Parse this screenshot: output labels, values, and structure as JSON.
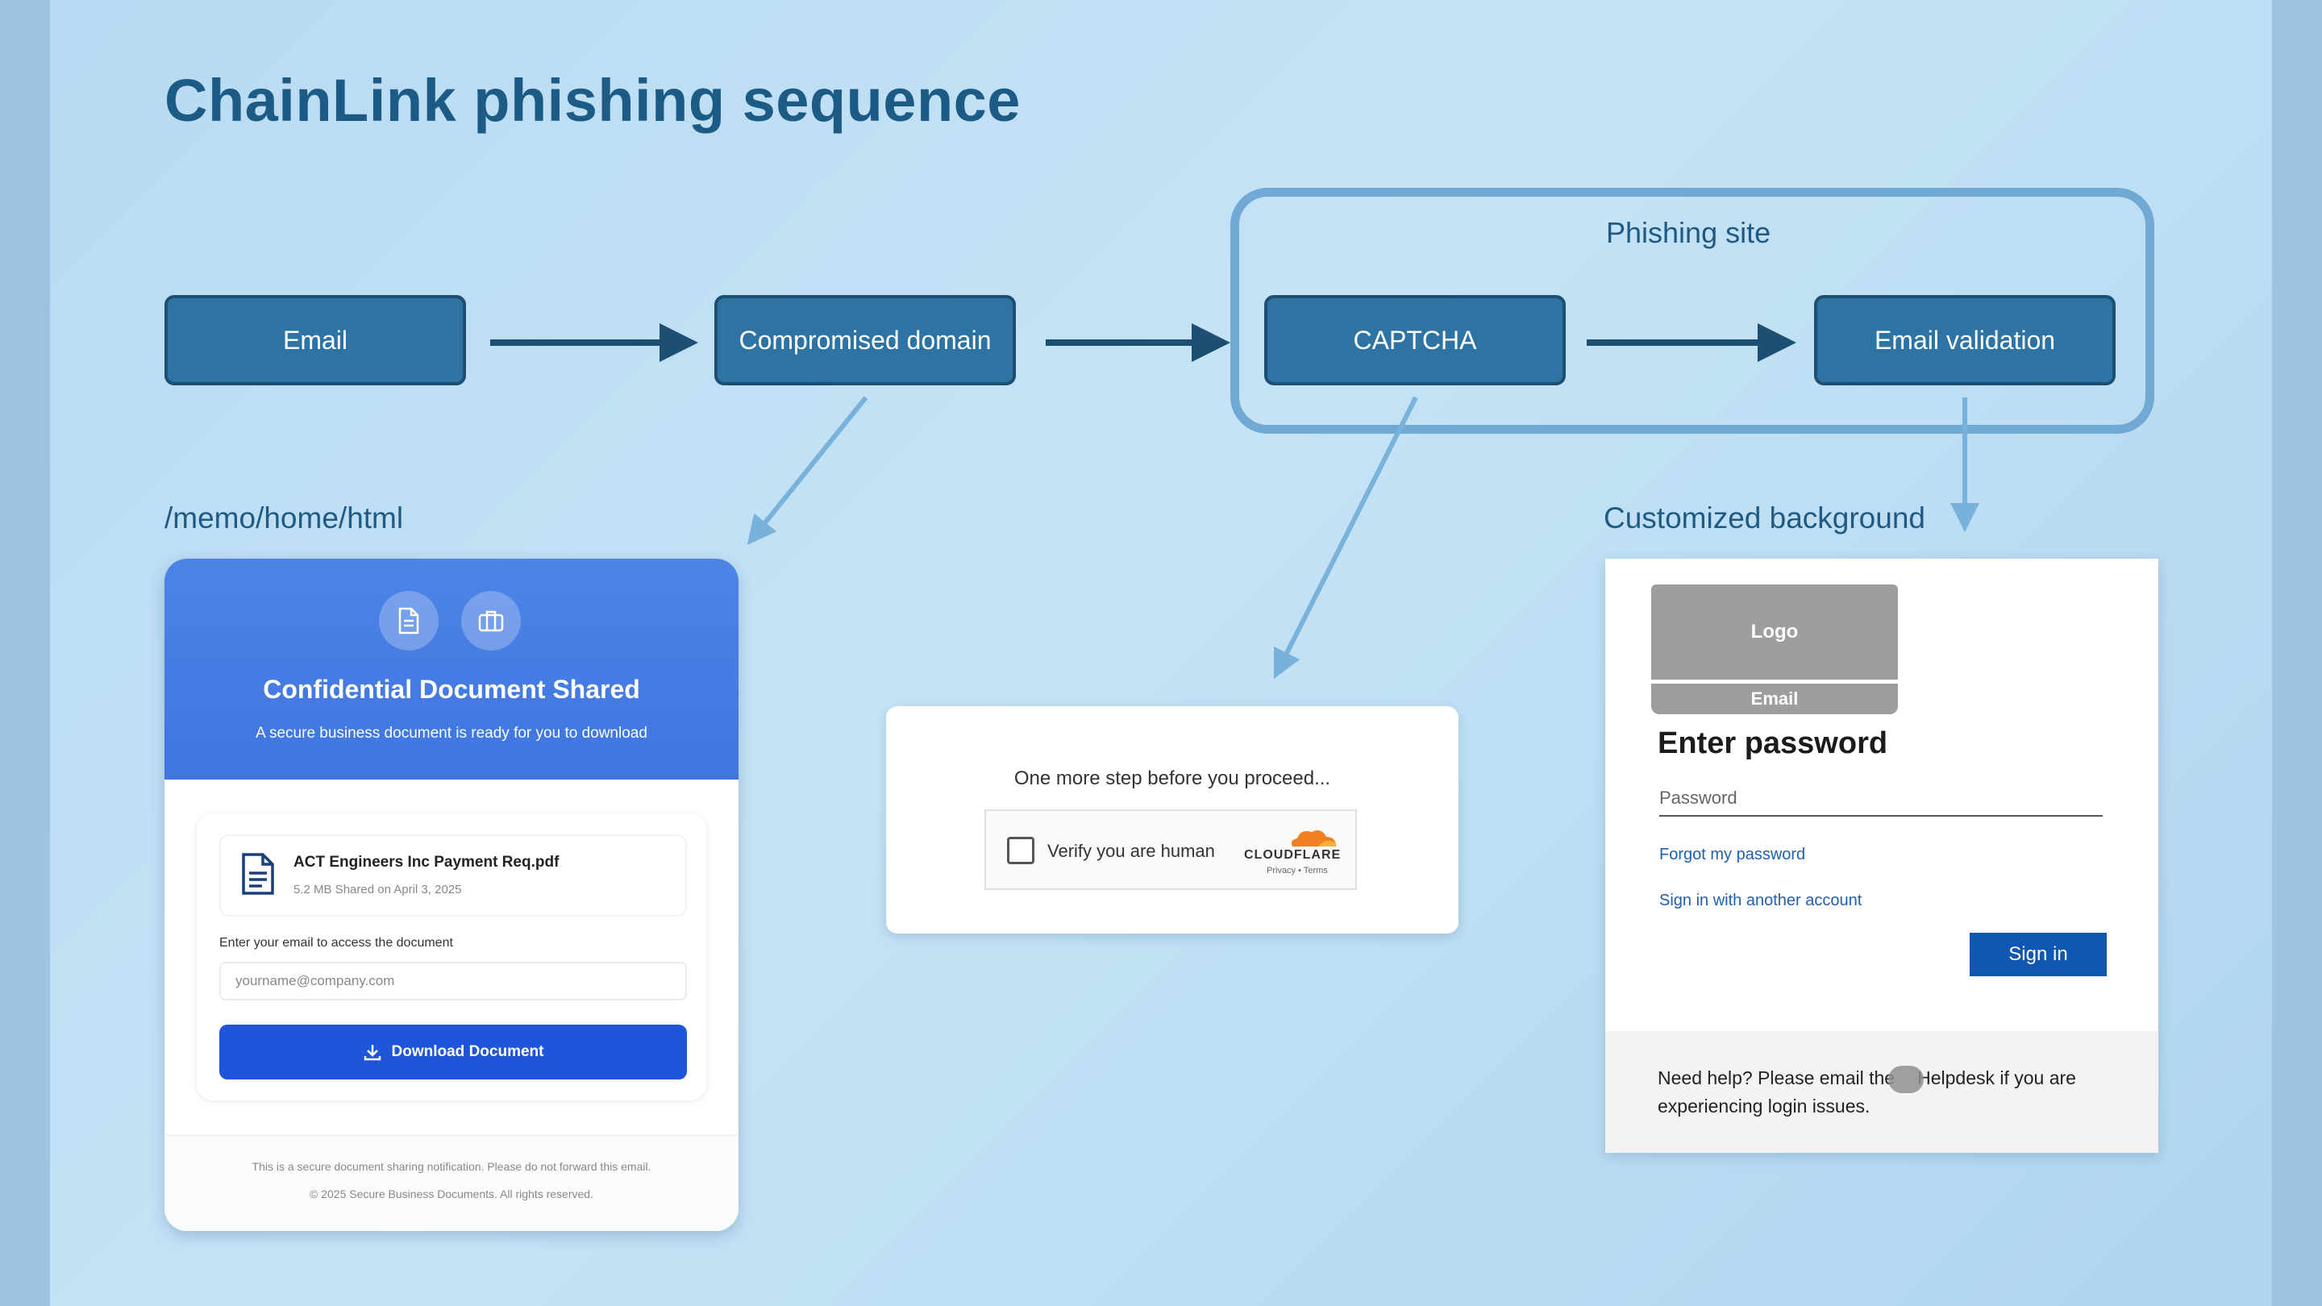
{
  "title": "ChainLink phishing sequence",
  "flow": {
    "email": "Email",
    "compromised_domain": "Compromised domain",
    "captcha": "CAPTCHA",
    "email_validation": "Email validation",
    "phishing_site_label": "Phishing site"
  },
  "captions": {
    "memo_path": "/memo/home/html",
    "customized_background": "Customized background"
  },
  "email_card": {
    "icons": [
      "document-icon",
      "briefcase-icon"
    ],
    "title": "Confidential Document Shared",
    "subtitle": "A secure business document is ready for you to download",
    "doc_name": "ACT Engineers Inc Payment Req.pdf",
    "doc_meta": "5.2 MB Shared on April 3, 2025",
    "field_label": "Enter your email to access the document",
    "email_placeholder": "yourname@company.com",
    "download_label": "Download Document",
    "footer_line1": "This is a secure document sharing notification. Please do not forward this email.",
    "footer_line2": "© 2025 Secure Business Documents. All rights reserved."
  },
  "captcha_card": {
    "title": "One more step before you proceed...",
    "verify_label": "Verify you are human",
    "provider": "CLOUDFLARE",
    "links": "Privacy • Terms"
  },
  "login_card": {
    "logo_label": "Logo",
    "email_label": "Email",
    "heading": "Enter password",
    "password_placeholder": "Password",
    "forgot_link": "Forgot my password",
    "other_account_link": "Sign in with another account",
    "signin_label": "Sign in",
    "help_before": "Need help? Please email the",
    "help_after": "Helpdesk if you are experiencing login issues."
  },
  "colors": {
    "flow_box": "#2d74a4",
    "flow_border": "#1d4f73",
    "arrow_dark": "#1d4f73",
    "arrow_light": "#78b2da",
    "title": "#1d5b87",
    "download_button": "#1f55d8",
    "signin_button": "#0f57b3"
  }
}
